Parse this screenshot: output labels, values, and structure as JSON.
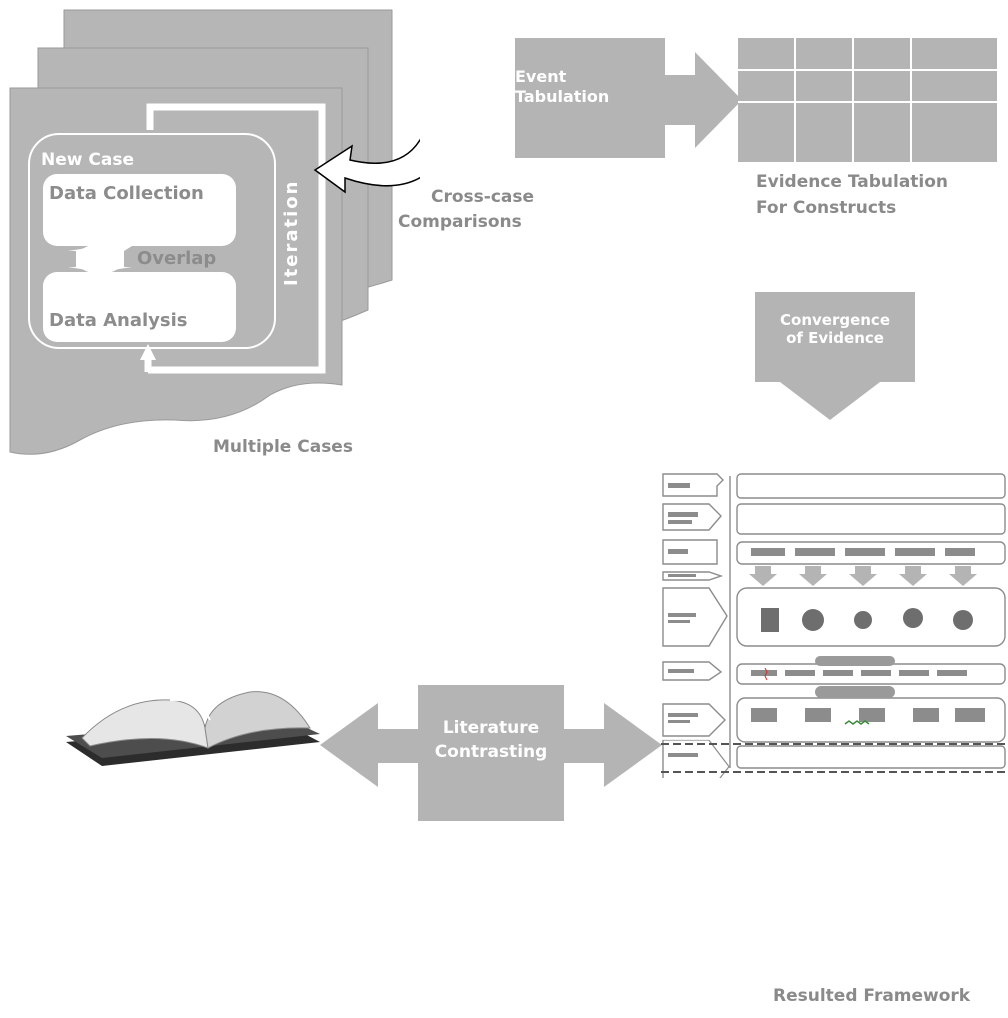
{
  "process": {
    "new_case": "New Case",
    "data_collection": "Data Collection",
    "overlap": "Overlap",
    "data_analysis": "Data Analysis",
    "iteration": "Iteration",
    "multiple_cases": "Multiple Cases",
    "cross_case": [
      "Cross-case",
      "Comparisons"
    ]
  },
  "tabulation": {
    "event": [
      "Event",
      "Tabulation"
    ],
    "evidence": [
      "Evidence Tabulation",
      "For Constructs"
    ]
  },
  "convergence": [
    "Convergence",
    "of Evidence"
  ],
  "literature": [
    "Literature",
    "Contrasting"
  ],
  "framework": {
    "caption": "Resulted Framework"
  },
  "colors": {
    "gray": "#b4b4b4",
    "label": "#8a8a8a",
    "page": "#b9b9b9"
  }
}
